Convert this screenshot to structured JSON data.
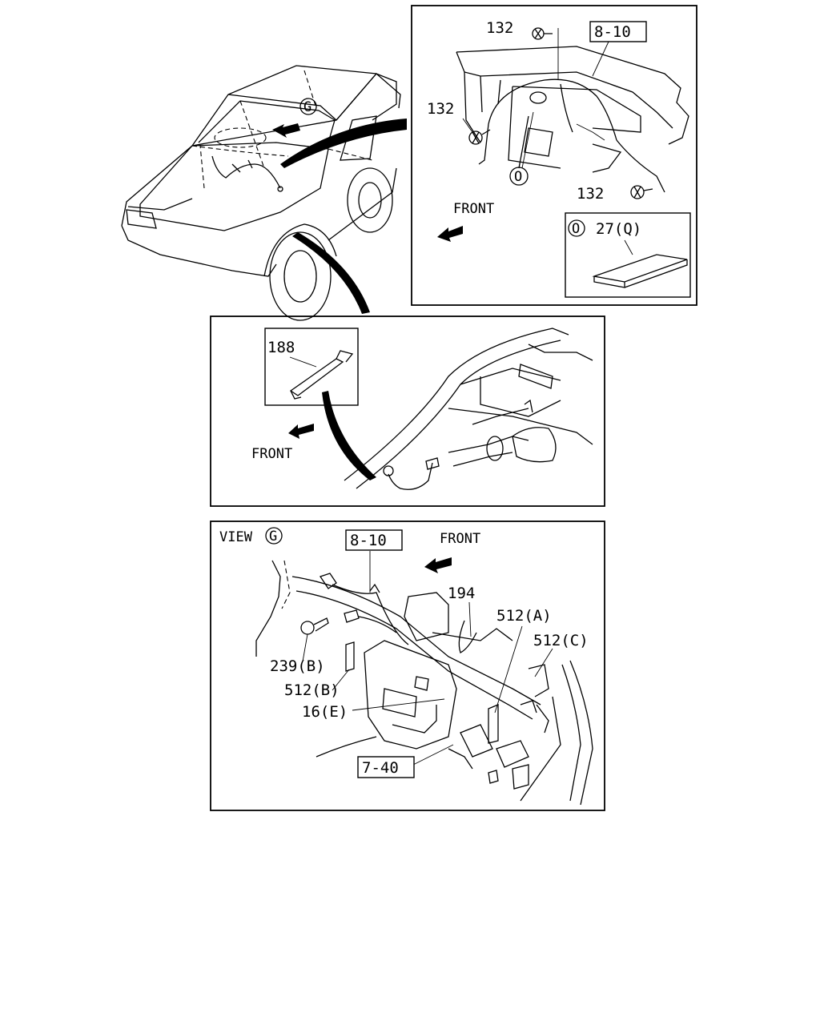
{
  "top_right": {
    "part_132_a": "132",
    "part_132_b": "132",
    "part_132_c": "132",
    "ref_8_10": "8-10",
    "callout_o": "O",
    "front_label": "FRONT",
    "inset_callout": "O",
    "inset_part": "27(Q)"
  },
  "vehicle": {
    "view_callout": "G"
  },
  "middle": {
    "part_188": "188",
    "front_label": "FRONT"
  },
  "bottom": {
    "view_label": "VIEW",
    "view_callout": "G",
    "ref_8_10": "8-10",
    "front_label": "FRONT",
    "part_194": "194",
    "part_512a": "512(A)",
    "part_512c": "512(C)",
    "part_239b": "239(B)",
    "part_512b": "512(B)",
    "part_16e": "16(E)",
    "ref_7_40": "7-40"
  }
}
